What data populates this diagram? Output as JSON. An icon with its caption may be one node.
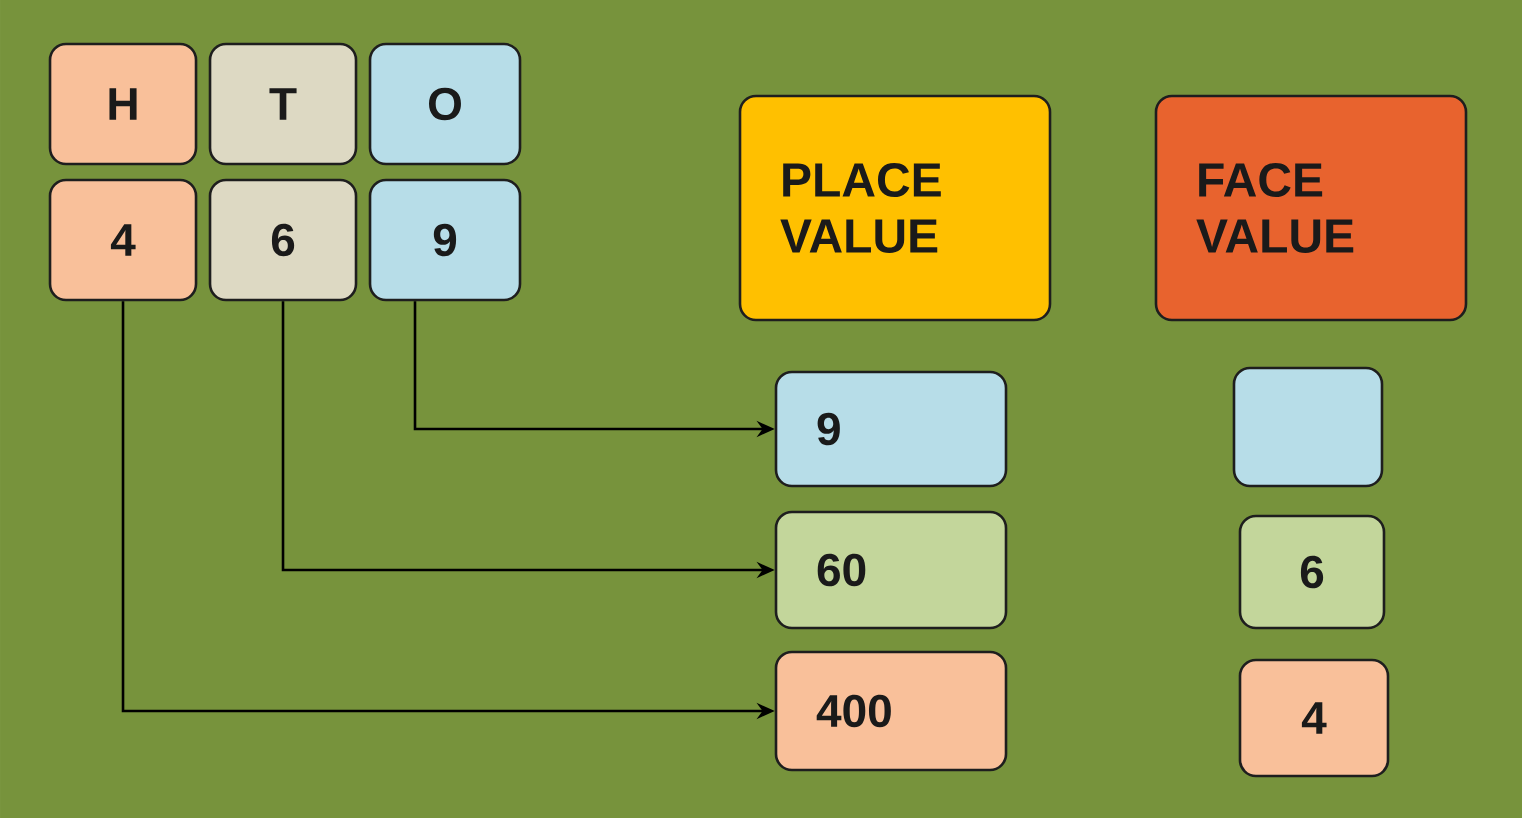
{
  "diagram": {
    "nodes": [
      {
        "text": [
          "H"
        ]
      },
      {
        "text": [
          "T"
        ]
      },
      {
        "text": [
          "O"
        ]
      },
      {
        "text": [
          "4"
        ]
      },
      {
        "text": [
          "6"
        ]
      },
      {
        "text": [
          "9"
        ]
      },
      {
        "text": [
          "PLACE VALUE"
        ]
      },
      {
        "text": [
          "FACE VALUE"
        ]
      },
      {
        "text": [
          "9"
        ]
      },
      {
        "text": [
          "60"
        ]
      },
      {
        "text": [
          "400"
        ]
      },
      {
        "text": [],
        "shape": "box"
      },
      {
        "text": [
          "6"
        ]
      },
      {
        "text": [
          "4"
        ]
      }
    ],
    "edges": [
      {
        "from": 5,
        "to": 8,
        "arrow": "to"
      },
      {
        "from": 4,
        "to": 9,
        "arrow": "to"
      },
      {
        "from": 3,
        "to": 10,
        "arrow": "to"
      }
    ]
  }
}
